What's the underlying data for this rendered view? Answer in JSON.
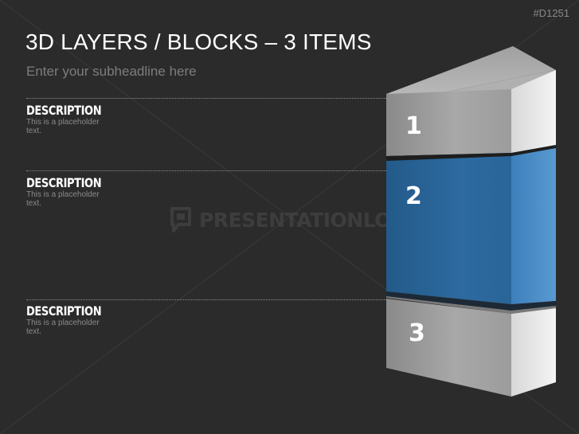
{
  "slide": {
    "code": "#D1251",
    "title": "3D LAYERS / BLOCKS – 3 ITEMS",
    "subtitle": "Enter your subheadline here",
    "watermark": "PRESENTATIONLOAD"
  },
  "items": [
    {
      "heading": "DESCRIPTION",
      "text_line1": "This is a placeholder",
      "text_line2": "text."
    },
    {
      "heading": "DESCRIPTION",
      "text_line1": "This is a placeholder",
      "text_line2": "text."
    },
    {
      "heading": "DESCRIPTION",
      "text_line1": "This is a placeholder",
      "text_line2": "text."
    }
  ],
  "blocks": [
    {
      "label": "1",
      "color": "#9a9a9a"
    },
    {
      "label": "2",
      "color": "#2b6699"
    },
    {
      "label": "3",
      "color": "#9a9a9a"
    }
  ],
  "colors": {
    "background": "#2b2b2b",
    "accent": "#2b6699",
    "gray_block": "#9a9a9a"
  }
}
